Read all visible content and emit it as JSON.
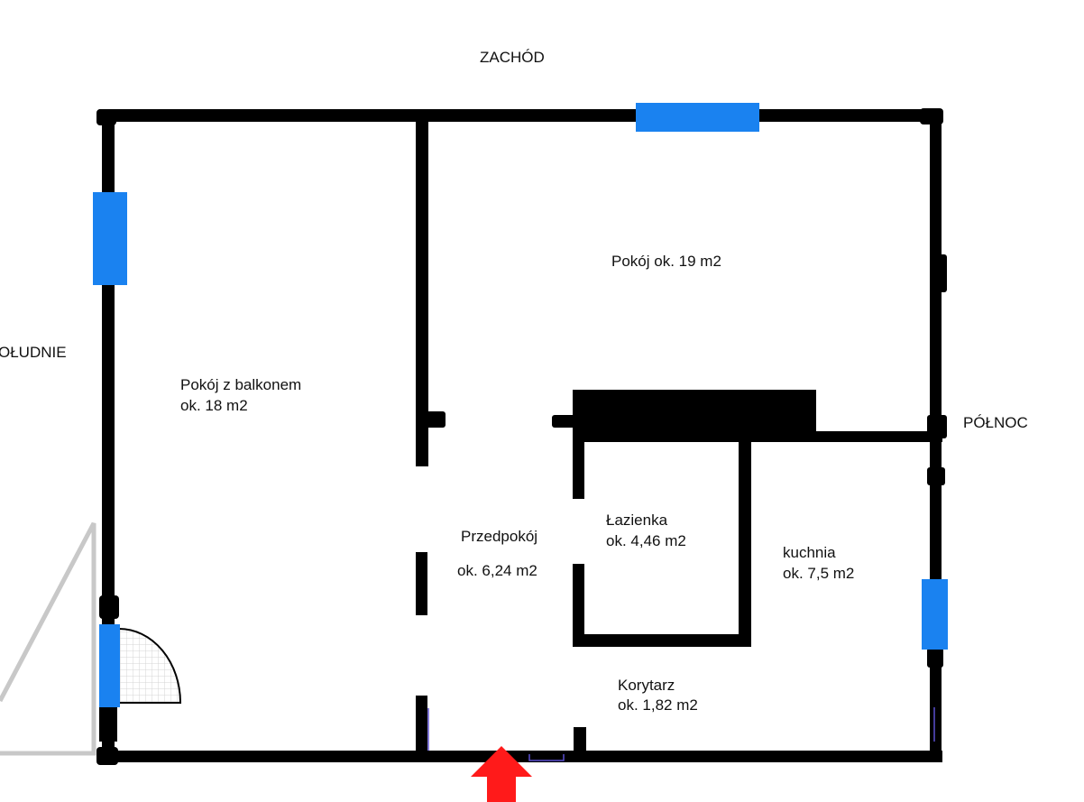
{
  "compass": {
    "west": "ZACHÓD",
    "south": "OŁUDNIE",
    "north": "PÓŁNOC"
  },
  "rooms": {
    "room_large": {
      "name": "Pokój ok. 19 m2"
    },
    "room_balcony": {
      "name": "Pokój z balkonem",
      "area": "ok. 18 m2"
    },
    "hallway": {
      "name": "Przedpokój",
      "area": "ok. 6,24 m2"
    },
    "bathroom": {
      "name": "Łazienka",
      "area": "ok. 4,46 m2"
    },
    "kitchen": {
      "name": "kuchnia",
      "area": "ok. 7,5 m2"
    },
    "corridor": {
      "name": "Korytarz",
      "area": "ok. 1,82 m2"
    }
  },
  "colors": {
    "wall": "#000000",
    "window": "#1a82f0",
    "entrance_arrow": "#ff1a1a",
    "balcony_outline": "#c8c8c8",
    "door_swing_grid": "#d8d8d8"
  },
  "icons": {
    "entrance": "entrance-arrow-icon",
    "balcony_door": "door-swing-icon"
  }
}
